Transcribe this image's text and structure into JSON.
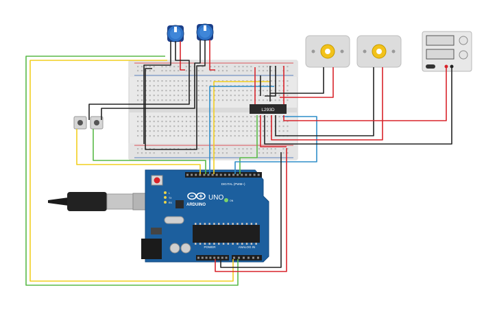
{
  "breadboard": {
    "hole_color": "#b9b9b9"
  },
  "driver_chip": {
    "label": "L293D"
  },
  "arduino": {
    "logo_text": "ARDUINO",
    "model_text": "UNO",
    "digital_label": "DIGITAL (PWM~)",
    "power_label": "POWER",
    "analog_label": "ANALOG IN",
    "led_labels": [
      "L",
      "TX",
      "RX"
    ],
    "on_label": "ON",
    "board_color": "#1c5f9e"
  },
  "wire_colors": {
    "red": "#d8232a",
    "black": "#222222",
    "yellow": "#f2cf1f",
    "green": "#58b947",
    "blue": "#2d8ec9"
  }
}
